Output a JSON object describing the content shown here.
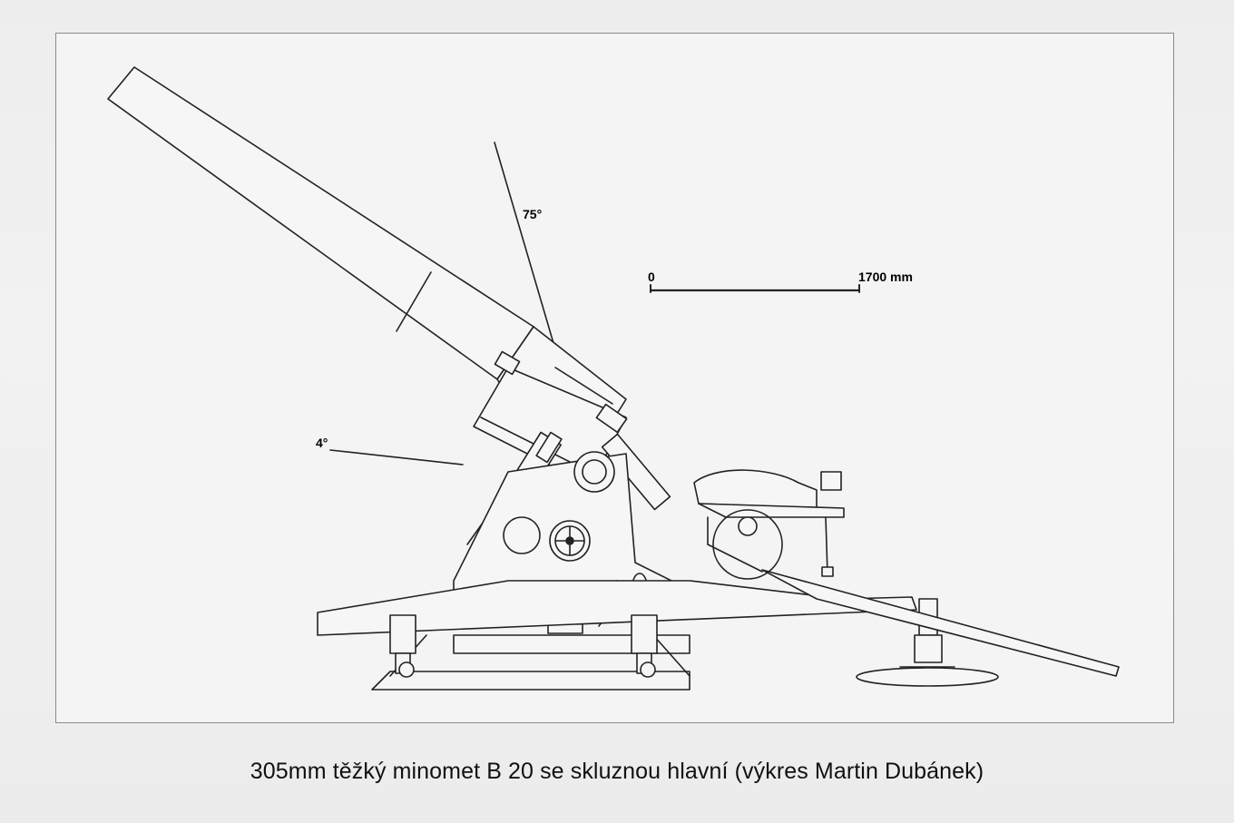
{
  "drawing": {
    "elevation_max_label": "75°",
    "elevation_min_label": "4°",
    "scale": {
      "start_label": "0",
      "end_label": "1700 mm"
    }
  },
  "caption": "305mm těžký minomet B 20 se skluznou hlavní (výkres Martin Dubánek)",
  "colors": {
    "line": "#222222",
    "fill": "#f6f6f6",
    "frame": "#8a8a8a"
  }
}
